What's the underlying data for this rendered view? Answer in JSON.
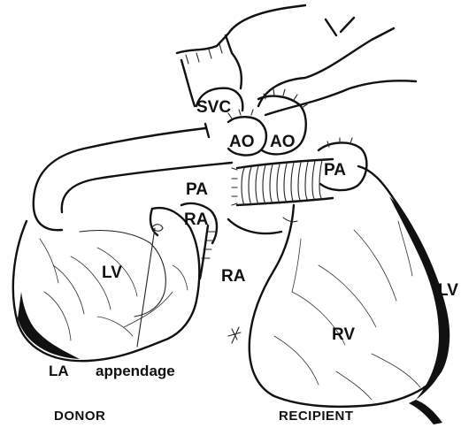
{
  "labels": {
    "svc": "SVC",
    "ao_donor": "AO",
    "ao_recipient": "AO",
    "pa_recipient": "PA",
    "pa_donor": "PA",
    "ra_donor": "RA",
    "lv_donor": "LV",
    "ra_recipient": "RA",
    "lv_recipient": "LV",
    "rv": "RV",
    "la": "LA",
    "appendage": "appendage"
  },
  "captions": {
    "donor": "DONOR",
    "recipient": "RECIPIENT"
  }
}
